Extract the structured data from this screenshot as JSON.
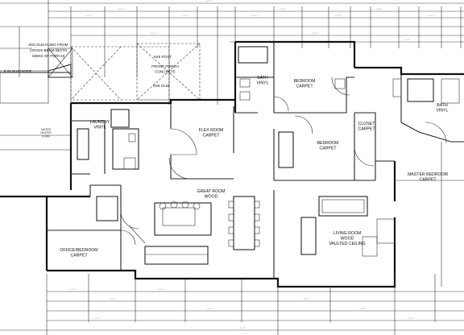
{
  "plan": {
    "porch_note": [
      "6X6 GLM HUNG FROM",
      "CROSS BEAM (BOTH",
      "SIDES OF PORCH)"
    ],
    "glm_header": "6 GLM HEADER",
    "post_note": "6X6 POST",
    "porch": [
      "FRONT PORCH",
      "CONCRETE"
    ],
    "porch_glm": "6X6 GLM",
    "small_box": [
      "WATER",
      "HEATER",
      "FURN"
    ],
    "rooms": {
      "bath1": [
        "BATH",
        "VINYL"
      ],
      "bedroom1": [
        "BEDROOM",
        "CARPET"
      ],
      "bath2": [
        "BATH",
        "VINYL"
      ],
      "laundry": [
        "LAUNDRY",
        "VINYL"
      ],
      "flex": [
        "FLEX ROOM",
        "CARPET"
      ],
      "bedroom2": [
        "BEDROOM",
        "CARPET"
      ],
      "closet": [
        "CLOSET",
        "CARPET"
      ],
      "master": [
        "MASTER BEDROOM",
        "CARPET"
      ],
      "great": [
        "GREAT ROOM",
        "WOOD"
      ],
      "living": [
        "LIVING ROOM",
        "WOOD",
        "VAULTED CEILING"
      ],
      "office": [
        "OFFICE/BEDROOM",
        "CARPET"
      ]
    }
  }
}
